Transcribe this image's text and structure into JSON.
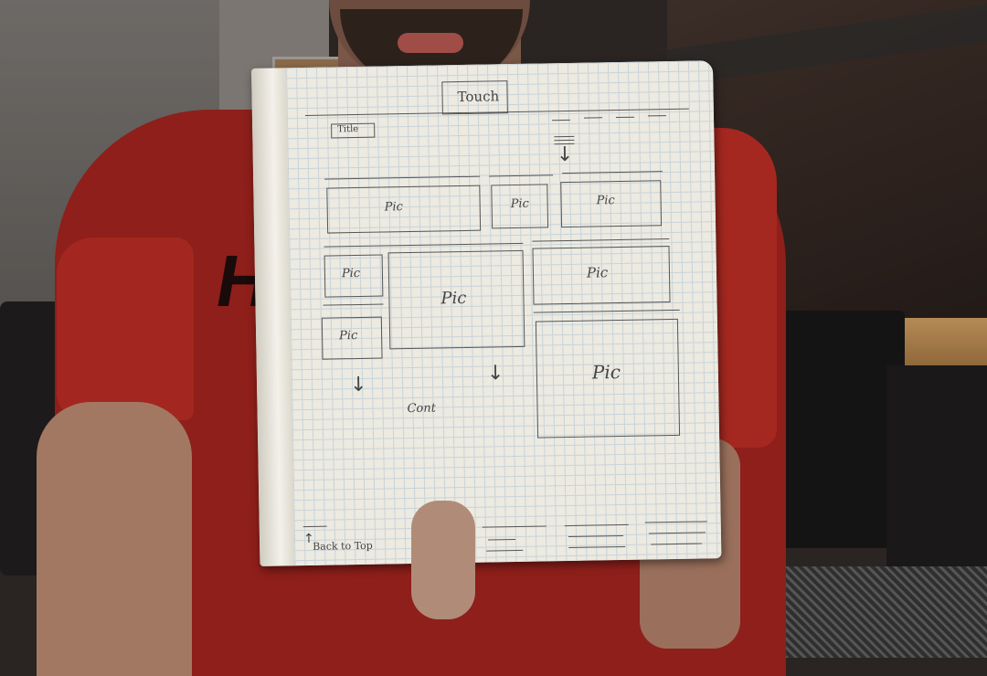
{
  "notebook": {
    "header_tab": "Touch",
    "title_box": "Title",
    "pic_label": "Pic",
    "cont_label": "Cont",
    "back_to_top": "Back to Top",
    "arrow_down": "↓",
    "arrow_up": "↑"
  },
  "colors": {
    "shirt": "#8e1f1a",
    "paper": "#eceae1",
    "grid": "#c9d3d8",
    "pencil": "#555555"
  }
}
